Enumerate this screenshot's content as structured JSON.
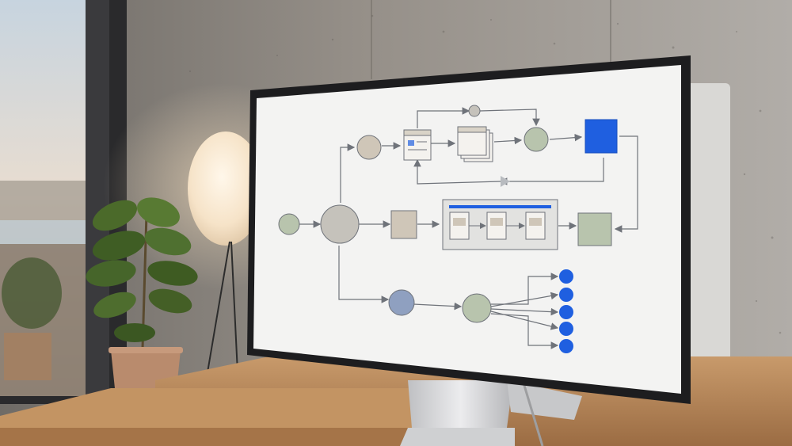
{
  "scene": {
    "description_free": true,
    "colors": {
      "wall": "#8d8a86",
      "wall_light": "#a9a6a1",
      "window_sky": "#dfe6ec",
      "desk_wood": "#b7875a",
      "desk_wood_dark": "#8e6440",
      "lamp_glow": "#f7e6cf",
      "plant_leaf": "#4f6b2e",
      "pot": "#b98b6d",
      "monitor_bezel": "#1d1d1f",
      "screen_bg": "#f3f3f2",
      "stand": "#d7d8da"
    }
  },
  "diagram": {
    "colors": {
      "line": "#6f737a",
      "node_tan": "#cfc6b8",
      "node_sage": "#b8c4ad",
      "node_gray": "#c5c2bb",
      "node_blue_gray": "#8fa0c0",
      "accent_blue": "#1f5fe0",
      "container_fill": "#e2e2e0",
      "doc_fill": "#f4f2ee",
      "doc_header": "#d9d3c7"
    },
    "nodes": [
      {
        "name": "start-node",
        "shape": "circle"
      },
      {
        "name": "hub-node",
        "shape": "circle"
      },
      {
        "name": "top-branch-node",
        "shape": "circle"
      },
      {
        "name": "document-node",
        "shape": "document"
      },
      {
        "name": "stacked-documents-node",
        "shape": "documents"
      },
      {
        "name": "merge-node",
        "shape": "circle"
      },
      {
        "name": "highlight-node",
        "shape": "square",
        "highlighted": true
      },
      {
        "name": "small-loop-node",
        "shape": "circle"
      },
      {
        "name": "middle-square-node",
        "shape": "square"
      },
      {
        "name": "process-group",
        "shape": "container"
      },
      {
        "name": "end-square-node",
        "shape": "square"
      },
      {
        "name": "lower-branch-node",
        "shape": "circle"
      },
      {
        "name": "fanout-node",
        "shape": "circle"
      }
    ],
    "fanout_outputs": 5
  }
}
